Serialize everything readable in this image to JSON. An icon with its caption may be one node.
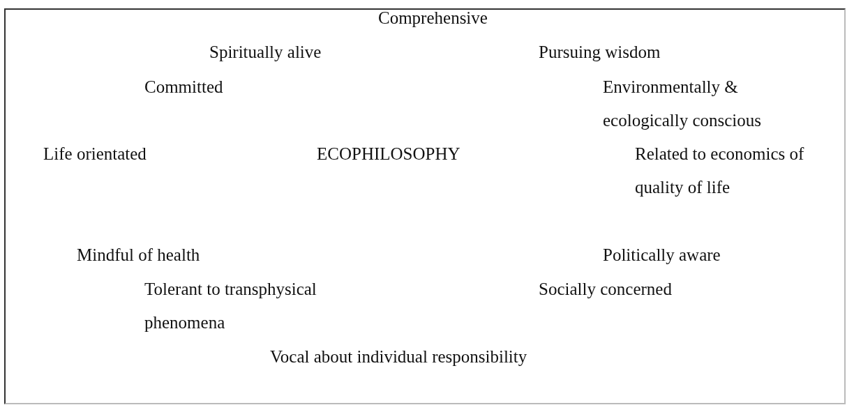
{
  "diagram": {
    "nodes": [
      {
        "text": [
          "Comprehensive",
          "Spiritually alive",
          "Pursuing wisdom",
          "Committed",
          "Environmentally & ecologically conscious",
          "Life orientated",
          "ECOPHILOSOPHY",
          "Related to economics of quality of life",
          "Mindful of health",
          "Politically aware",
          "Tolerant to transphysical phenomena",
          "Socially concerned",
          "Vocal about individual responsibility"
        ]
      }
    ]
  }
}
